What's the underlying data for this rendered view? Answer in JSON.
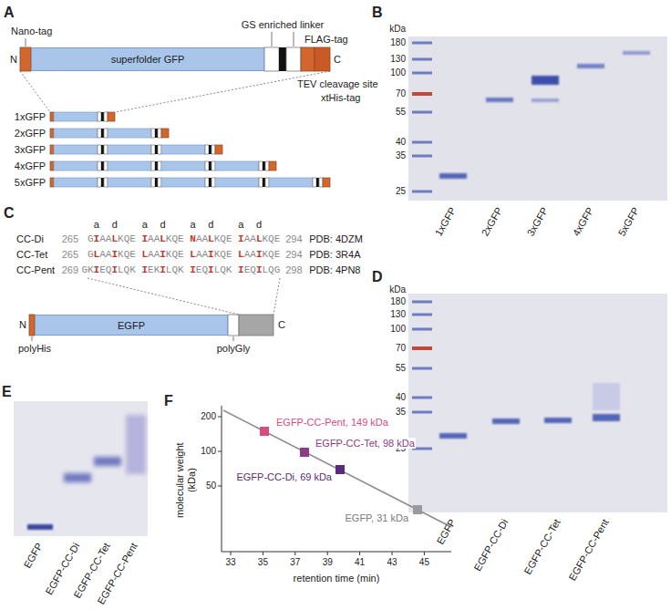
{
  "diagram": {
    "nodes": [
      {
        "text": [
          "superfolder GFP"
        ]
      },
      {
        "text": [
          "EGFP"
        ]
      }
    ],
    "labels": [
      "A",
      "Nano-tag",
      "GS enriched linker",
      "FLAG-tag",
      "N",
      "C",
      "TEV cleavage site",
      "xtHis-tag",
      "1xGFP",
      "2xGFP",
      "3xGFP",
      "4xGFP",
      "5xGFP",
      "B",
      "kDa",
      "180",
      "130",
      "100",
      "70",
      "55",
      "40",
      "35",
      "25",
      "1xGFP",
      "2xGFP",
      "3xGFP",
      "4xGFP",
      "5xGFP",
      "C",
      "a",
      "d",
      "a",
      "d",
      "a",
      "d",
      "a",
      "d",
      "CC-Di",
      "265",
      "GIAALKQE IAALKQE NAALKQE IAALKQE",
      "294",
      "PDB: 4DZM",
      "CC-Tet",
      "265",
      "GLAAIKQE LAAIKQE LAAIKQE LAAIKQE",
      "294",
      "PDB: 3R4A",
      "CC-Pent",
      "269",
      "GKIEQILQK IEKILQK IEQILQK IEQILQG",
      "298",
      "PDB: 4PN8",
      "N",
      "C",
      "polyHis",
      "polyGly",
      "D",
      "kDa",
      "180",
      "130",
      "100",
      "70",
      "55",
      "40",
      "35",
      "25",
      "EGFP",
      "EGFP-CC-Di",
      "EGFP-CC-Tet",
      "EGFP-CC-Pent",
      "E",
      "EGFP",
      "EGFP-CC-Di",
      "EGFP-CC-Tet",
      "EGFP-CC-Pent",
      "F",
      "molecular weight (kDa)",
      "200",
      "100",
      "50",
      "33",
      "35",
      "37",
      "39",
      "41",
      "43",
      "45",
      "retention time (min)",
      "EGFP-CC-Pent, 149 kDa",
      "EGFP-CC-Tet, 98 kDa",
      "EGFP-CC-Di, 69 kDa",
      "EGFP, 31 kDa"
    ]
  }
}
